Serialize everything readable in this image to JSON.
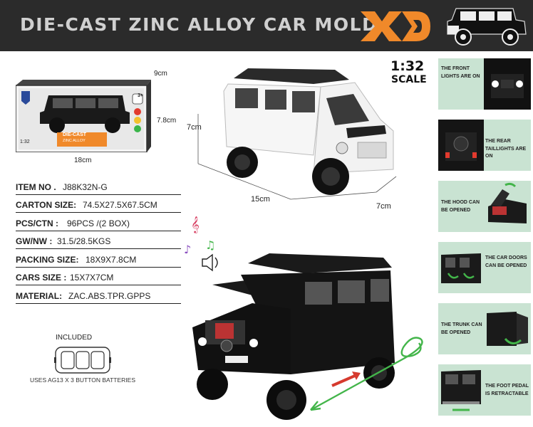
{
  "header": {
    "title": "DIE-CAST ZINC ALLOY CAR MOLD",
    "logo_text": "XD"
  },
  "package": {
    "badge_text": "3+",
    "box_brand": "DIE-CAST",
    "box_sub": "ZINC ALLOY",
    "box_scale": "1:32",
    "dim_width": "18cm",
    "dim_height": "7.8cm",
    "dim_depth": "9cm"
  },
  "specs": [
    {
      "label": "ITEM NO .",
      "value": "J88K32N-G"
    },
    {
      "label": "CARTON SIZE:",
      "value": "74.5X27.5X67.5CM"
    },
    {
      "label": "PCS/CTN :",
      "value": "96PCS /(2 BOX)"
    },
    {
      "label": "GW/NW :",
      "value": "31.5/28.5KGS"
    },
    {
      "label": "PACKING SIZE:",
      "value": "18X9X7.8CM"
    },
    {
      "label": "CARS SIZE :",
      "value": "15X7X7CM"
    },
    {
      "label": "MATERIAL:",
      "value": "ZAC.ABS.TPR.GPPS"
    }
  ],
  "battery": {
    "included_label": "INCLUDED",
    "note": "USES AG13 X 3 BUTTON BATTERIES"
  },
  "scale": {
    "ratio": "1:32",
    "word": "SCALE"
  },
  "car_dims": {
    "height": "7cm",
    "length": "15cm",
    "width": "7cm"
  },
  "features": [
    {
      "text": "THE FRONT LIGHTS ARE ON"
    },
    {
      "text": "THE REAR TAILLIGHTS ARE ON"
    },
    {
      "text": "THE HOOD CAN BE OPENED"
    },
    {
      "text": "THE CAR DOORS CAN BE OPENED"
    },
    {
      "text": "THE TRUNK CAN BE OPENED"
    },
    {
      "text": "THE FOOT PEDAL IS RETRACTABLE"
    }
  ],
  "colors": {
    "header_bg": "#2b2b2b",
    "header_text": "#d0d0d0",
    "brand_orange": "#f0892a",
    "feature_bg": "#c9e3d2",
    "arrow_red": "#d63a2e",
    "arrow_green": "#43b54a"
  }
}
